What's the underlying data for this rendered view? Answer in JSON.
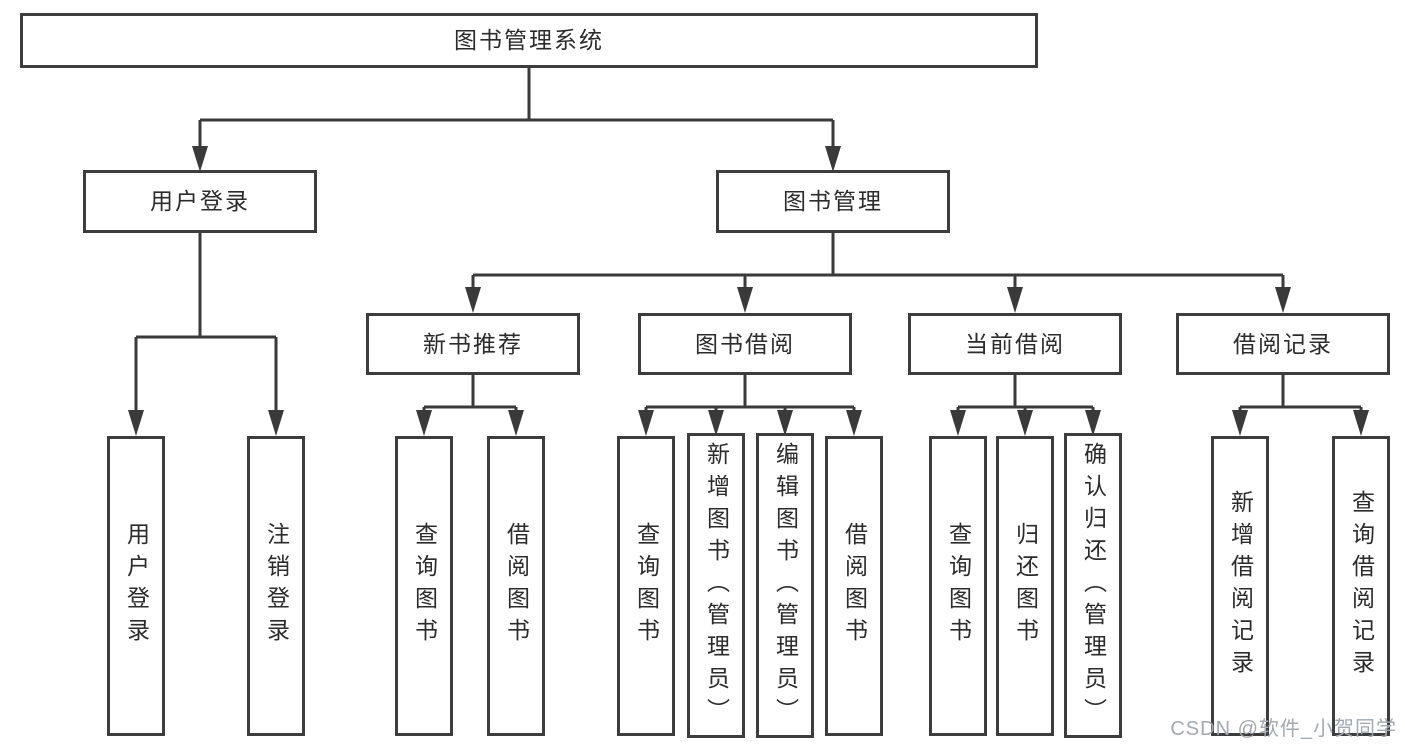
{
  "tree": {
    "root": {
      "label": "图书管理系统"
    },
    "branches": [
      {
        "label": "用户登录",
        "children": [
          {
            "label": "用户登录"
          },
          {
            "label": "注销登录"
          }
        ]
      },
      {
        "label": "图书管理",
        "children": [
          {
            "label": "新书推荐",
            "children": [
              {
                "label": "查询图书"
              },
              {
                "label": "借阅图书"
              }
            ]
          },
          {
            "label": "图书借阅",
            "children": [
              {
                "label": "查询图书"
              },
              {
                "label": "新增图书（管理员）"
              },
              {
                "label": "编辑图书（管理员）"
              },
              {
                "label": "借阅图书"
              }
            ]
          },
          {
            "label": "当前借阅",
            "children": [
              {
                "label": "查询图书"
              },
              {
                "label": "归还图书"
              },
              {
                "label": "确认归还（管理员）"
              }
            ]
          },
          {
            "label": "借阅记录",
            "children": [
              {
                "label": "新增借阅记录"
              },
              {
                "label": "查询借阅记录"
              }
            ]
          }
        ]
      }
    ]
  },
  "watermark": {
    "text": "CSDN @软件_小贺同学"
  },
  "colors": {
    "line": "#3a3a3a",
    "box_border": "#3d3d3d",
    "text": "#2b2b2b",
    "watermark": "#a2a9b1",
    "background": "#ffffff"
  }
}
